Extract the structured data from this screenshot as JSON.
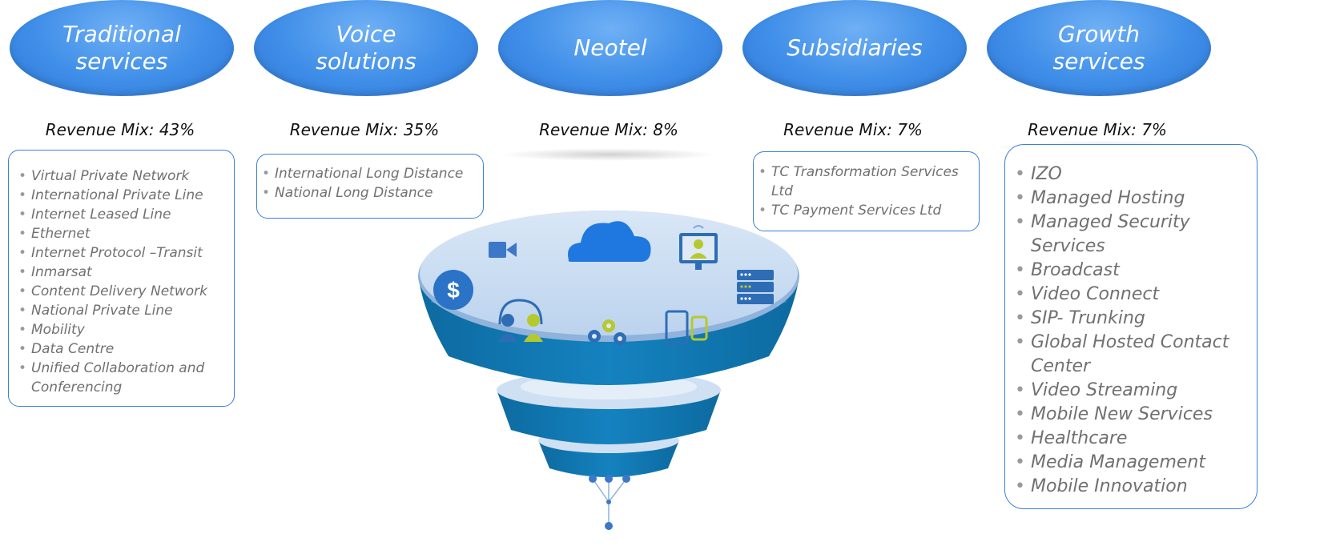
{
  "segments": [
    {
      "title": [
        "Traditional",
        "services"
      ],
      "revenue_label": "Revenue Mix:",
      "revenue_value": "43%",
      "items": [
        "Virtual Private Network",
        "International Private Line",
        "Internet Leased Line",
        "Ethernet",
        "Internet Protocol –Transit",
        "Inmarsat",
        "Content Delivery Network",
        "National Private Line",
        "Mobility",
        "Data Centre",
        "Unified Collaboration and Conferencing"
      ]
    },
    {
      "title": [
        "Voice",
        "solutions"
      ],
      "revenue_label": "Revenue Mix:",
      "revenue_value": "35%",
      "items": [
        "International Long Distance",
        "National Long Distance"
      ]
    },
    {
      "title": [
        "Neotel"
      ],
      "revenue_label": "Revenue Mix:",
      "revenue_value": "8%",
      "items": []
    },
    {
      "title": [
        "Subsidiaries"
      ],
      "revenue_label": "Revenue Mix:",
      "revenue_value": "7%",
      "items": [
        "TC Transformation Services Ltd",
        "TC Payment Services Ltd"
      ]
    },
    {
      "title": [
        "Growth",
        "services"
      ],
      "revenue_label": "Revenue Mix:",
      "revenue_value": "7%",
      "items": [
        "IZO",
        "Managed Hosting",
        "Managed Security Services",
        "Broadcast",
        "Video Connect",
        "SIP- Trunking",
        "Global Hosted Contact Center",
        "Video Streaming",
        "Mobile New Services",
        "Healthcare",
        "Media Management",
        "Mobile Innovation"
      ]
    }
  ],
  "funnel": {
    "icons": [
      "video-camera-icon",
      "cloud-icon",
      "video-conference-icon",
      "dollar-icon",
      "server-icon",
      "support-people-icon",
      "gears-icon",
      "tablet-phone-icon",
      "network-nodes-icon"
    ],
    "dollar_symbol": "$"
  },
  "colors": {
    "oval": "#3f8ee8",
    "box_border": "#3b7fd6",
    "funnel_dark": "#0e6fa6",
    "funnel_light": "#c8dcf2",
    "item_text": "#707070"
  }
}
